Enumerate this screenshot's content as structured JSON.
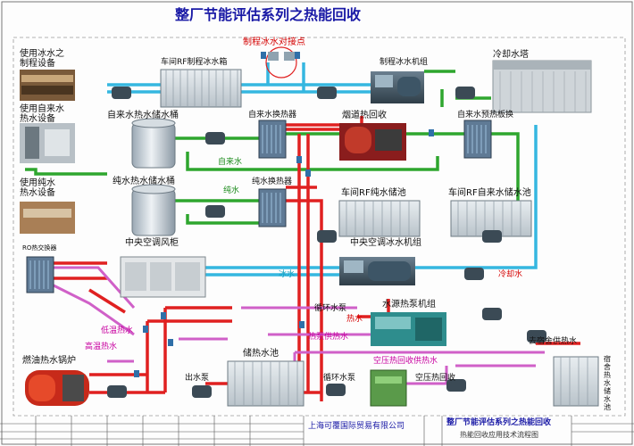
{
  "title": "整厂节能评估系列之热能回收",
  "labels": {
    "connection_point": "制程冰水对接点",
    "process_equip": "使用冰水之\n制程设备",
    "rf_tank": "车间RF制程冰水箱",
    "chiller_unit": "制程冰水机组",
    "cooling_tower": "冷却水塔",
    "tap_equip": "使用自来水\n热水设备",
    "tap_tank": "自来水热水储水桶",
    "tap_hx": "自来水换热器",
    "flue_recovery": "烟道热回收",
    "tap_preheat": "自来水预热板换",
    "tap_water": "自来水",
    "pure_equip": "使用纯水\n热水设备",
    "pure_tank": "纯水热水储水桶",
    "pure_water": "纯水",
    "pure_hx": "纯水换热器",
    "rf_pure_pool": "车间RF纯水储池",
    "rf_tap_pool": "车间RF自来水储水池",
    "ahu": "中央空调风柜",
    "central_chiller": "中央空调冰水机组",
    "ro_hx": "RO热交换器",
    "ice_water": "冰水",
    "cooling_water": "冷却水",
    "circ_pump": "循环水泵",
    "hot_water": "热水",
    "heat_pump": "水源热泵机组",
    "low_temp_hot": "低温热水",
    "hot_supply": "热泵供热水",
    "high_temp_hot": "高温热水",
    "dorm_supply": "去宿舍供热水",
    "oil_boiler": "燃油热水锅炉",
    "storage_pool": "储热水池",
    "ac_recovery": "空压热回收供热水",
    "ac_recovery_main": "空压热回收",
    "out_pump": "出水泵",
    "circ_pump_2": "循环水泵",
    "dorm_tank": "宿舍热水储水池"
  },
  "titleblock": {
    "company": "上海可覆国际贸易有限公司",
    "drawing_title": "整厂节能评估系列之热能回收",
    "subtitle": "热能回收应用技术流程图"
  },
  "colors": {
    "hot": "#e02020",
    "tap": "#2ea62e",
    "ice": "#35b7e0",
    "warm": "#d060c8",
    "title": "#1a1aa6"
  }
}
